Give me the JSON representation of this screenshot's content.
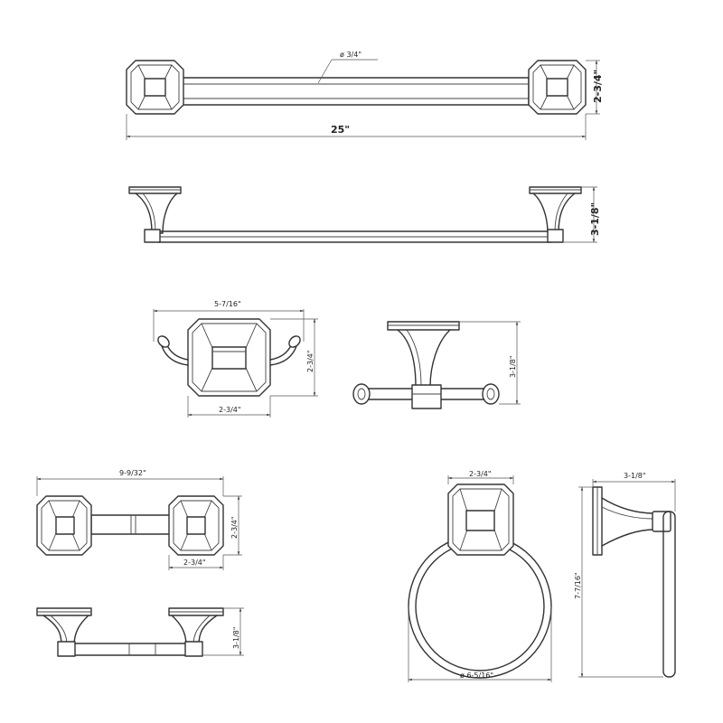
{
  "dimensions": {
    "towel_bar": {
      "rod_diameter": "ø 3/4\"",
      "height": "2-3/4\"",
      "length": "25\"",
      "depth": "3-1/8\""
    },
    "robe_hook": {
      "width": "5-7/16\"",
      "plate_height": "2-3/4\"",
      "plate_width": "2-3/4\"",
      "depth": "3-1/8\""
    },
    "paper_holder": {
      "length": "9-9/32\"",
      "plate_height": "2-3/4\"",
      "plate_width": "2-3/4\"",
      "depth": "3-1/8\""
    },
    "towel_ring": {
      "plate_width": "2-3/4\"",
      "ring_diameter": "ø 6-5/16\"",
      "depth": "3-1/8\"",
      "height": "7-7/16\""
    }
  },
  "colors": {
    "line": "#333333",
    "background": "#ffffff"
  }
}
